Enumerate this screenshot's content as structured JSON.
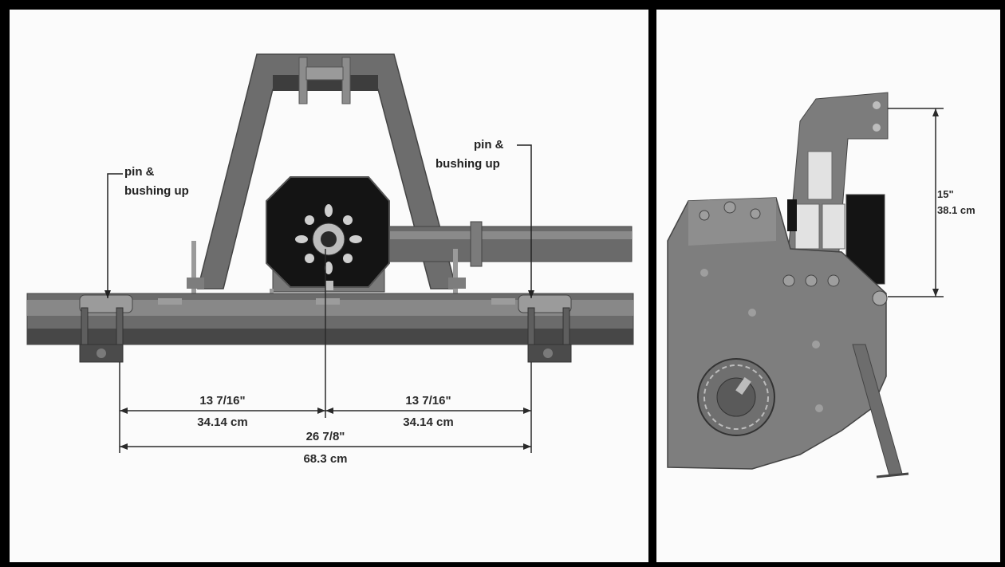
{
  "front_view": {
    "callout_left": {
      "line1": "pin &",
      "line2": "bushing up"
    },
    "callout_right": {
      "line1": "pin &",
      "line2": "bushing up"
    },
    "dim_left": {
      "imperial": "13 7/16\"",
      "metric": "34.14 cm"
    },
    "dim_right": {
      "imperial": "13 7/16\"",
      "metric": "34.14 cm"
    },
    "dim_total": {
      "imperial": "26 7/8\"",
      "metric": "68.3 cm"
    }
  },
  "side_view": {
    "dim_height": {
      "imperial": "15\"",
      "metric": "38.1 cm"
    }
  },
  "colors": {
    "frame_border": "#000000",
    "background": "#fbfbfb",
    "steel_dark": "#5c5c5c",
    "steel_mid": "#7b7b7b",
    "steel_light": "#9a9a9a",
    "gearbox": "#141414",
    "dimension_line": "#2a2a2a"
  }
}
